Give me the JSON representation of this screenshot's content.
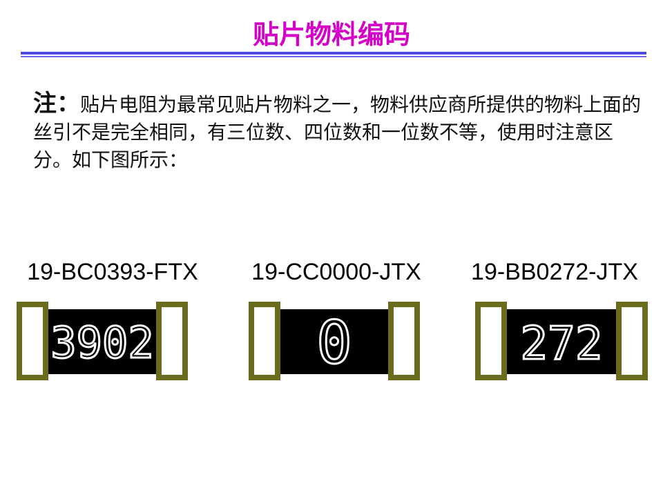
{
  "header": {
    "title": "贴片物料编码"
  },
  "note": {
    "label": "注：",
    "text": "贴片电阻为最常见贴片物料之一，物料供应商所提供的物料上面的丝引不是完全相同，有三位数、四位数和一位数不等，使用时注意区分。如下图所示："
  },
  "parts": [
    {
      "code": "19-BC0393-FTX",
      "marking": "3902"
    },
    {
      "code": "19-CC0000-JTX",
      "marking": "0"
    },
    {
      "code": "19-BB0272-JTX",
      "marking": "272"
    }
  ],
  "colors": {
    "title": "#d400c8",
    "rule": "#4a4adf",
    "terminal": "#6b6b1e",
    "body": "#000000"
  }
}
